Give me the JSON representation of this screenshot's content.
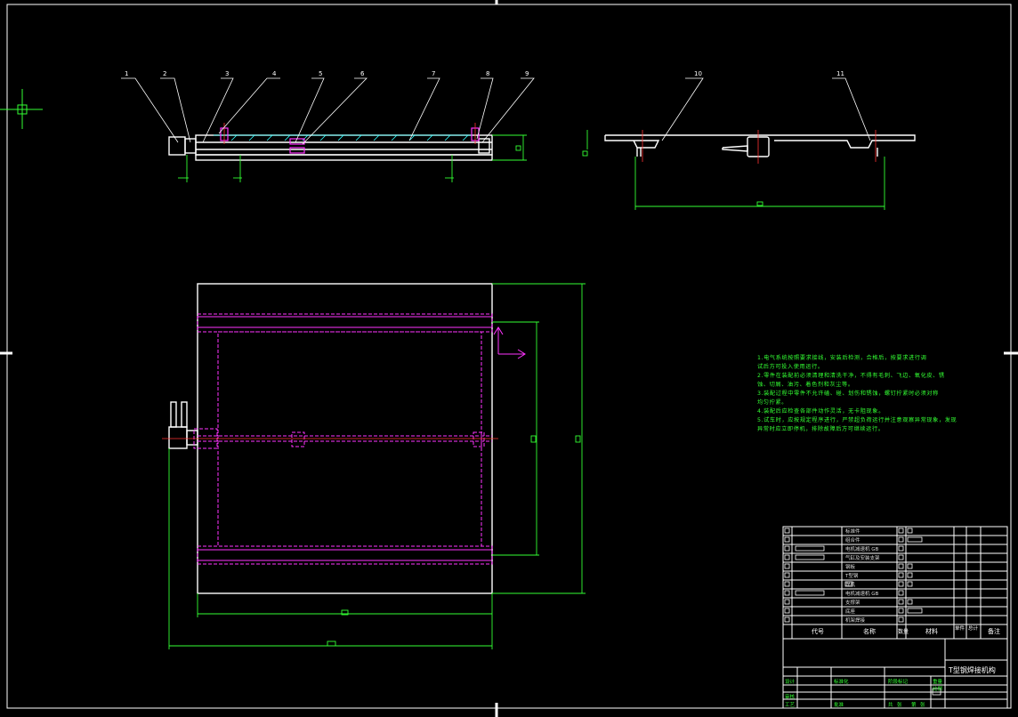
{
  "colors": {
    "background": "#000000",
    "outline": "#ffffff",
    "dimension": "#33ff33",
    "hidden": "#ff33ff",
    "centerline": "#ff3333",
    "hatch": "#33ffff"
  },
  "balloons": [
    "1",
    "2",
    "3",
    "4",
    "5",
    "6",
    "7",
    "8",
    "9",
    "10",
    "11"
  ],
  "notes": [
    "1.电气系统按照要求接线，安装后检测，合格后，按要求进行调",
    "试后方可投入使用运行。",
    "2.零件在装配前必须清理和清洗干净，不得有毛刺、飞边、氧化皮、锈",
    "蚀、切屑、油污、着色剂和灰尘等。",
    "3.装配过程中零件不允许磕、碰、划伤和锈蚀，螺钉拧紧时必须对称",
    "均匀拧紧。",
    "4.装配后应检查各部件动作灵活，无卡阻现象。",
    "5.试车时，应按规定程序进行，严禁超负荷运行并注意观察异常现象，发现",
    "异常时应立即停机，排除故障后方可继续运行。"
  ],
  "title_block": {
    "drawing_title": "T型钢焊接机构",
    "header_code": "代号",
    "header_name": "名称",
    "header_qty": "数量",
    "header_material": "材料",
    "header_weight_single": "单件",
    "header_weight_total": "总计",
    "header_remark": "备注",
    "row_labels": [
      "标准件",
      "组合件",
      "电机减速机 GB",
      "气缸及安装支架",
      "钢板",
      "T型钢",
      "焊机",
      "电机减速机 GB",
      "支撑架",
      "底座",
      "机架焊接"
    ],
    "bottom_labels": [
      "设计",
      "审核",
      "工艺",
      "标准化",
      "批准",
      "阶段标记",
      "重量",
      "比例",
      "共",
      "张",
      "第",
      "张"
    ]
  }
}
